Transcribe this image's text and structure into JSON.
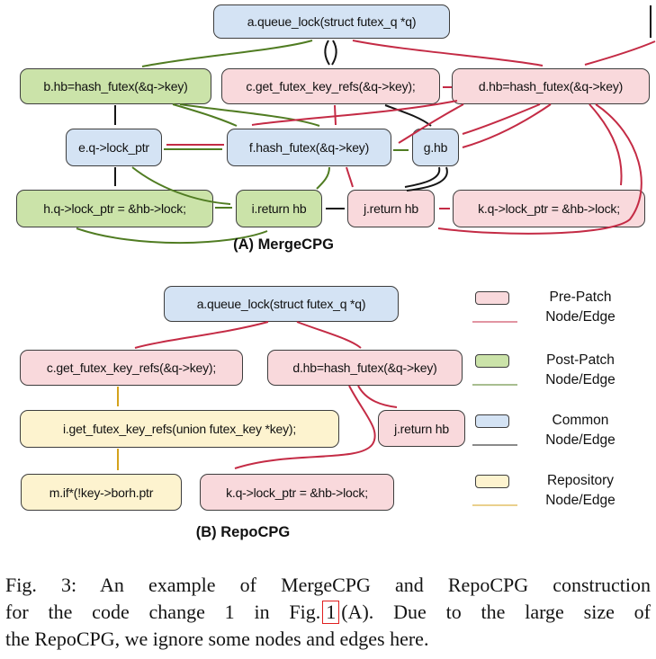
{
  "figure": {
    "panel_a": {
      "caption": "(A) MergeCPG",
      "nodes": [
        {
          "id": "a",
          "label": "a.queue_lock(struct futex_q *q)",
          "type": "common"
        },
        {
          "id": "b",
          "label": "b.hb=hash_futex(&q->key)",
          "type": "post-patch"
        },
        {
          "id": "c",
          "label": "c.get_futex_key_refs(&q->key);",
          "type": "pre-patch"
        },
        {
          "id": "d",
          "label": "d.hb=hash_futex(&q->key)",
          "type": "pre-patch"
        },
        {
          "id": "e",
          "label": "e.q->lock_ptr",
          "type": "common"
        },
        {
          "id": "f",
          "label": "f.hash_futex(&q->key)",
          "type": "common"
        },
        {
          "id": "g",
          "label": "g.hb",
          "type": "common"
        },
        {
          "id": "h",
          "label": "h.q->lock_ptr = &hb->lock;",
          "type": "post-patch"
        },
        {
          "id": "i",
          "label": "i.return hb",
          "type": "post-patch"
        },
        {
          "id": "j",
          "label": "j.return hb",
          "type": "pre-patch"
        },
        {
          "id": "k",
          "label": "k.q->lock_ptr = &hb->lock;",
          "type": "pre-patch"
        }
      ],
      "edges": [
        {
          "from": "a",
          "to": "b",
          "type": "post-patch"
        },
        {
          "from": "b",
          "to": "f",
          "type": "post-patch"
        },
        {
          "from": "e",
          "to": "f",
          "type": "post-patch"
        },
        {
          "from": "f",
          "to": "g",
          "type": "post-patch"
        },
        {
          "from": "f",
          "to": "i",
          "type": "post-patch"
        },
        {
          "from": "e",
          "to": "i",
          "type": "post-patch"
        },
        {
          "from": "h",
          "to": "i",
          "type": "post-patch"
        },
        {
          "from": "a",
          "to": "c",
          "type": "common"
        },
        {
          "from": "b",
          "to": "e",
          "type": "common"
        },
        {
          "from": "e",
          "to": "h",
          "type": "common"
        },
        {
          "from": "c",
          "to": "g",
          "type": "common"
        },
        {
          "from": "g",
          "to": "j",
          "type": "common"
        },
        {
          "from": "j",
          "to": "i",
          "type": "common"
        },
        {
          "from": "a",
          "to": "d",
          "type": "pre-patch"
        },
        {
          "from": "d",
          "to": "c",
          "type": "pre-patch"
        },
        {
          "from": "f",
          "to": "e",
          "type": "pre-patch"
        },
        {
          "from": "c",
          "to": "f",
          "type": "pre-patch"
        },
        {
          "from": "f",
          "to": "j",
          "type": "pre-patch"
        },
        {
          "from": "d",
          "to": "f",
          "type": "pre-patch"
        },
        {
          "from": "d",
          "to": "g",
          "type": "pre-patch"
        },
        {
          "from": "d",
          "to": "k",
          "type": "pre-patch"
        },
        {
          "from": "d",
          "to": "j",
          "type": "pre-patch"
        },
        {
          "from": "k",
          "to": "j",
          "type": "pre-patch"
        }
      ]
    },
    "panel_b": {
      "caption": "(B) RepoCPG",
      "nodes": [
        {
          "id": "a",
          "label": "a.queue_lock(struct futex_q *q)",
          "type": "common"
        },
        {
          "id": "c",
          "label": "c.get_futex_key_refs(&q->key);",
          "type": "pre-patch"
        },
        {
          "id": "d",
          "label": "d.hb=hash_futex(&q->key)",
          "type": "pre-patch"
        },
        {
          "id": "i",
          "label": "i.get_futex_key_refs(union futex_key *key);",
          "type": "repository"
        },
        {
          "id": "j",
          "label": "j.return hb",
          "type": "pre-patch"
        },
        {
          "id": "m",
          "label": "m.if*(!key->borh.ptr",
          "type": "repository"
        },
        {
          "id": "k",
          "label": "k.q->lock_ptr = &hb->lock;",
          "type": "pre-patch"
        }
      ],
      "edges": [
        {
          "from": "a",
          "to": "c",
          "type": "pre-patch"
        },
        {
          "from": "a",
          "to": "d",
          "type": "pre-patch"
        },
        {
          "from": "d",
          "to": "j",
          "type": "pre-patch"
        },
        {
          "from": "d",
          "to": "k",
          "type": "pre-patch"
        },
        {
          "from": "c",
          "to": "i",
          "type": "repository"
        },
        {
          "from": "i",
          "to": "m",
          "type": "repository"
        }
      ]
    },
    "legend": {
      "items": [
        {
          "line1": "Pre-Patch",
          "line2": "Node/Edge",
          "node_color": "#f9d9dc",
          "edge_color": "#c42b45"
        },
        {
          "line1": "Post-Patch",
          "line2": "Node/Edge",
          "node_color": "#cbe3a9",
          "edge_color": "#507c22"
        },
        {
          "line1": "Common",
          "line2": "Node/Edge",
          "node_color": "#d4e3f4",
          "edge_color": "#151515"
        },
        {
          "line1": "Repository",
          "line2": "Node/Edge",
          "node_color": "#fdf3cf",
          "edge_color": "#d4a21b"
        }
      ]
    },
    "caption": {
      "lines": [
        {
          "text": "Fig. 3: An example of MergeCPG and RepoCPG construction"
        },
        {
          "pre": "for the code change 1 in Fig.",
          "ref": "1",
          "post": "(A). Due to the large size of"
        },
        {
          "text": "the RepoCPG, we ignore some nodes and edges here."
        }
      ]
    },
    "colors": {
      "pre_patch_node": "#f9d9dc",
      "pre_patch_edge": "#c42b45",
      "post_patch_node": "#cbe3a9",
      "post_patch_edge": "#507c22",
      "common_node": "#d4e3f4",
      "common_edge": "#151515",
      "repository_node": "#fdf3cf",
      "repository_edge": "#d4a21b"
    }
  }
}
